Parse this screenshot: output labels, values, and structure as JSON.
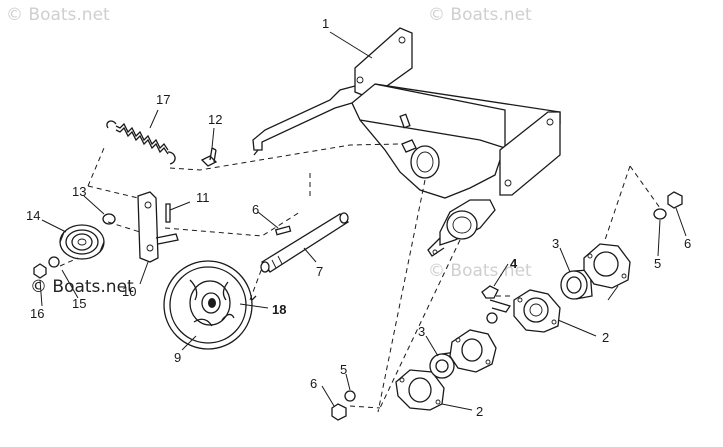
{
  "watermarks": [
    "© Boats.net",
    "© Boats.net",
    "© Boats.net",
    "© Boats.net"
  ],
  "labels": {
    "p1": "1",
    "p2a": "2",
    "p2b": "2",
    "p3a": "3",
    "p3b": "3",
    "p4": "4",
    "p5a": "5",
    "p5b": "5",
    "p6a": "6",
    "p6b": "6",
    "p6c": "6",
    "p7": "7",
    "p9": "9",
    "p10": "10",
    "p11": "11",
    "p12": "12",
    "p13": "13",
    "p14": "14",
    "p15": "15",
    "p16": "16",
    "p17": "17",
    "p18": "18"
  },
  "colors": {
    "ink": "#1a1a1a",
    "watermark": "#cfcfcf",
    "background": "#ffffff"
  }
}
